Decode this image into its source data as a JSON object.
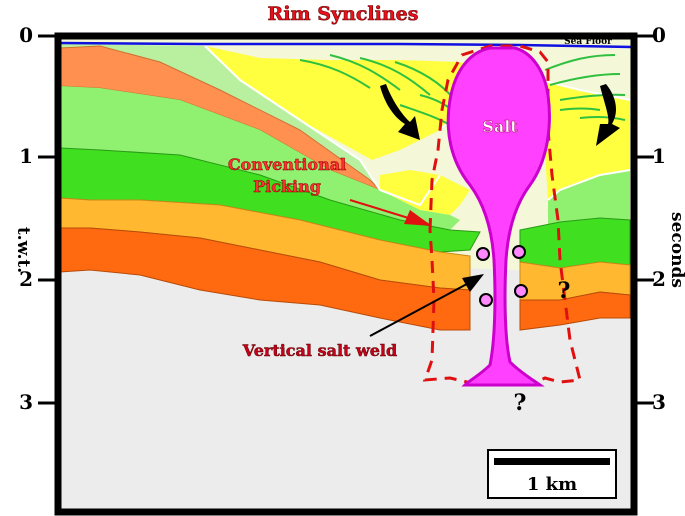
{
  "title": "Rim Synclines",
  "labels": {
    "sea_floor": "Sea Floor",
    "salt": "Salt",
    "conventional_line1": "Conventional",
    "conventional_line2": "Picking",
    "vertical_weld": "Vertical salt weld",
    "question_1": "?",
    "question_2": "?",
    "scale_bar": "1 km"
  },
  "axes": {
    "left_label": "t.w.t.",
    "right_label": "seconds",
    "ticks": [
      "0",
      "1",
      "2",
      "3"
    ]
  },
  "colors": {
    "salt": "#ff40ff",
    "salt_outline": "#cc00cc",
    "weld_envelope": "#e01010",
    "sea_floor": "#1010e0",
    "water": "#f4f8d8",
    "basement": "#ececec",
    "orange_dark": "#ff6a10",
    "orange_light": "#ffb830",
    "green_bright": "#40e020",
    "green_light": "#90f070",
    "yellow": "#ffff30",
    "salmon": "#ff9050"
  }
}
